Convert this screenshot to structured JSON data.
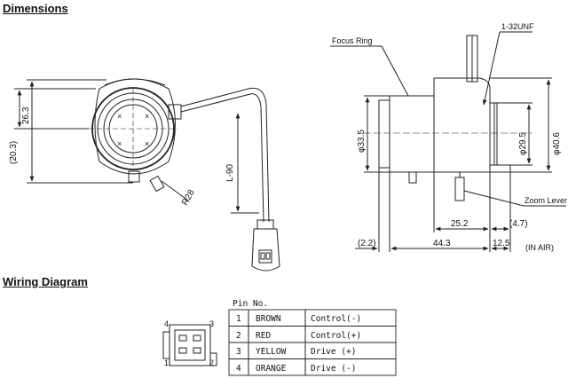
{
  "titles": {
    "dimensions": "Dimensions",
    "wiring": "Wiring Diagram"
  },
  "front_view": {
    "dim_left_outer": "26.3",
    "dim_left_inner": "(20.3)",
    "cable_length": "L-90",
    "radius": "R28"
  },
  "side_view": {
    "thread": "1-32UNF",
    "focus_ring": "Focus Ring",
    "dia_left": "φ33.5",
    "dia_mid": "φ29.5",
    "dia_right": "φ40.6",
    "zoom_lever": "Zoom Lever",
    "len_25_2": "25.2",
    "len_4_7": "(4.7)",
    "len_2_2": "(2.2)",
    "len_44_3": "44.3",
    "len_12_5": "12.5",
    "in_air": "(IN AIR)"
  },
  "connector_pins": {
    "p1": "1",
    "p2": "2",
    "p3": "3",
    "p4": "4"
  },
  "pin_table": {
    "header": "Pin No.",
    "rows": [
      {
        "no": "1",
        "color": "BROWN",
        "func": "Control(-)"
      },
      {
        "no": "2",
        "color": "RED",
        "func": "Control(+)"
      },
      {
        "no": "3",
        "color": "YELLOW",
        "func": "Drive (+)"
      },
      {
        "no": "4",
        "color": "ORANGE",
        "func": "Drive (-)"
      }
    ]
  }
}
